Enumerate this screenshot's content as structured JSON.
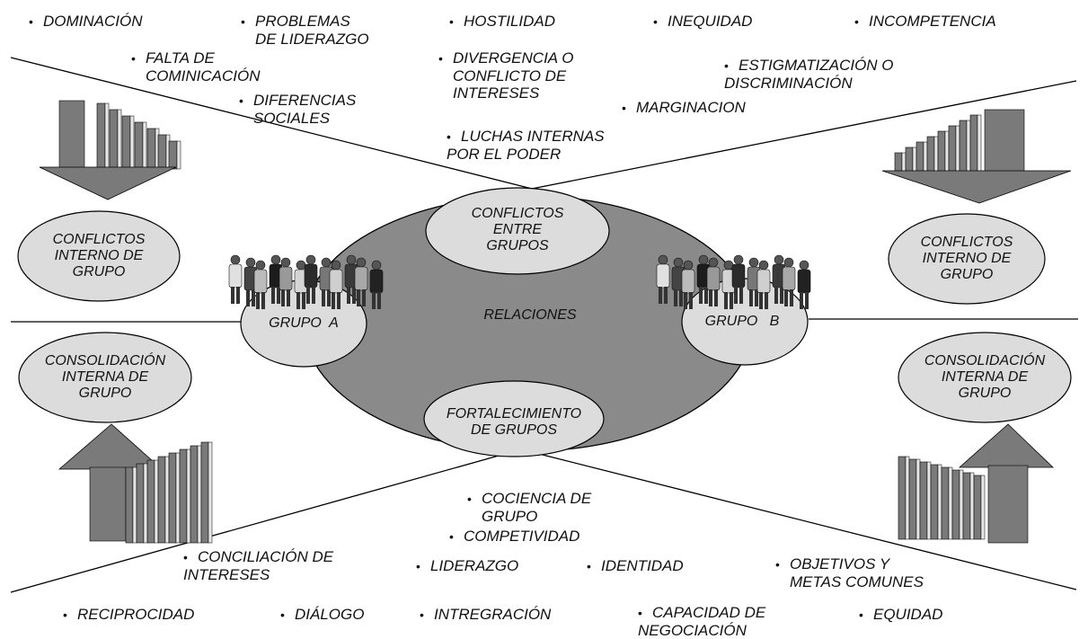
{
  "conflict_factors": [
    {
      "lines": [
        "DOMINACIÓN"
      ]
    },
    {
      "lines": [
        "PROBLEMAS",
        "DE  LIDERAZGO"
      ]
    },
    {
      "lines": [
        "HOSTILIDAD"
      ]
    },
    {
      "lines": [
        "INEQUIDAD"
      ]
    },
    {
      "lines": [
        "INCOMPETENCIA"
      ]
    },
    {
      "lines": [
        "FALTA DE",
        "COMINICACIÓN"
      ]
    },
    {
      "lines": [
        "DIVERGENCIA O",
        "CONFLICTO DE",
        "INTERESES"
      ]
    },
    {
      "lines": [
        "ESTIGMATIZACIÓN O",
        "DISCRIMINACIÓN"
      ]
    },
    {
      "lines": [
        "DIFERENCIAS",
        "SOCIALES"
      ]
    },
    {
      "lines": [
        "MARGINACION"
      ]
    },
    {
      "lines": [
        "LUCHAS INTERNAS",
        "POR EL PODER"
      ]
    }
  ],
  "strength_factors": [
    {
      "lines": [
        "COCIENCIA DE",
        "GRUPO"
      ]
    },
    {
      "lines": [
        "COMPETIVIDAD"
      ]
    },
    {
      "lines": [
        "CONCILIACIÓN DE",
        "INTERESES"
      ]
    },
    {
      "lines": [
        "LIDERAZGO"
      ]
    },
    {
      "lines": [
        "IDENTIDAD"
      ]
    },
    {
      "lines": [
        "OBJETIVOS Y",
        "METAS COMUNES"
      ]
    },
    {
      "lines": [
        "RECIPROCIDAD"
      ]
    },
    {
      "lines": [
        "DIÁLOGO"
      ]
    },
    {
      "lines": [
        "INTREGRACIÓN"
      ]
    },
    {
      "lines": [
        "CAPACIDAD DE",
        "NEGOCIACIÓN"
      ]
    },
    {
      "lines": [
        "EQUIDAD"
      ]
    }
  ],
  "bullet": "•",
  "nodes": {
    "center": "RELACIONES",
    "top": [
      "CONFLICTOS",
      "ENTRE",
      "GRUPOS"
    ],
    "bottom": [
      "FORTALECIMIENTO",
      "DE GRUPOS"
    ],
    "group_a": "GRUPO  A",
    "group_b": "GRUPO   B",
    "left_conflict": [
      "CONFLICTOS",
      "INTERNO DE",
      "GRUPO"
    ],
    "right_conflict": [
      "CONFLICTOS",
      "INTERNO DE",
      "GRUPO"
    ],
    "left_consolidation": [
      "CONSOLIDACIÓN",
      "INTERNA DE",
      "GRUPO"
    ],
    "right_consolidation": [
      "CONSOLIDACIÓN",
      "INTERNA DE",
      "GRUPO"
    ]
  },
  "colors": {
    "main_ellipse": "#8a8a8a",
    "node_fill": "#dcdcdc",
    "arrow_dark": "#7a7a7a",
    "arrow_light": "#e6e6e6",
    "line": "#000000"
  },
  "icons": [
    "people-crowd-icon",
    "down-arrow-icon",
    "up-arrow-icon"
  ]
}
